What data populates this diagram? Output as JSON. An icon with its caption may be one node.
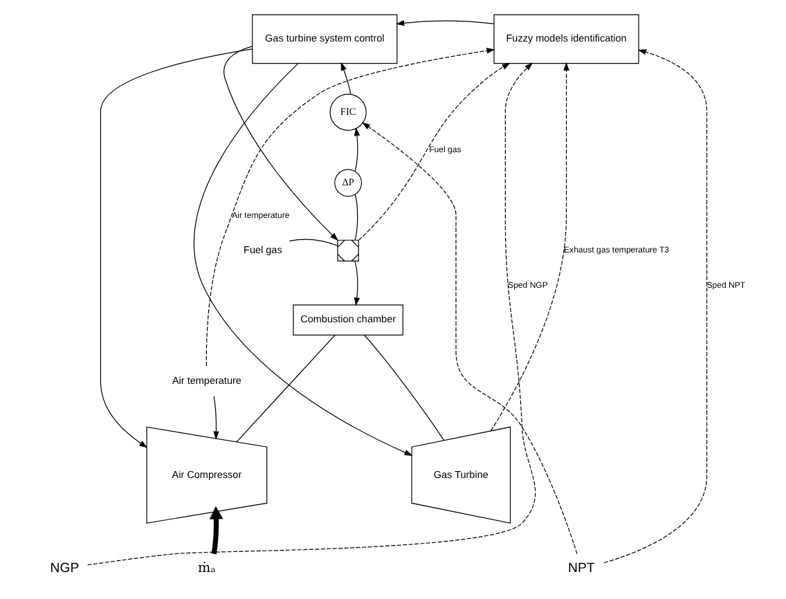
{
  "diagram": {
    "nodes": [
      {
        "text": [
          "Gas turbine system control"
        ]
      },
      {
        "text": [
          "Fuzzy models identification"
        ]
      },
      {
        "text": [
          "FIC"
        ]
      },
      {
        "text": [
          "ΔP"
        ]
      },
      {
        "text": [],
        "shape": "valve"
      },
      {
        "text": [
          "Fuel gas"
        ]
      },
      {
        "text": [
          "Combustion chamber"
        ]
      },
      {
        "text": [
          "Air temperature"
        ]
      },
      {
        "text": [
          "Air Compressor"
        ]
      },
      {
        "text": [
          "Gas Turbine"
        ]
      },
      {
        "text": [
          "NGP"
        ]
      },
      {
        "text": [
          "NPT"
        ]
      },
      {
        "text": [
          "ṁₐ"
        ]
      }
    ],
    "edges": [
      {
        "from": 1,
        "to": 0,
        "arrow": "to"
      },
      {
        "from": 2,
        "to": 0,
        "arrow": "to"
      },
      {
        "from": 3,
        "to": 2,
        "arrow": "to"
      },
      {
        "from": 0,
        "to": 4,
        "arrow": "to"
      },
      {
        "from": 0,
        "to": 8,
        "arrow": "to"
      },
      {
        "from": 0,
        "to": 9,
        "arrow": "to"
      },
      {
        "from": 3,
        "to": 4,
        "arrow": "none"
      },
      {
        "from": 5,
        "to": 4,
        "arrow": "none"
      },
      {
        "from": 4,
        "to": 6,
        "arrow": "to"
      },
      {
        "from": 8,
        "to": 6,
        "arrow": "none"
      },
      {
        "from": 6,
        "to": 9,
        "arrow": "none"
      },
      {
        "from": 7,
        "to": 8,
        "arrow": "to"
      },
      {
        "from": 4,
        "to": 1,
        "arrow": "to",
        "label": "Fuel gas",
        "style": "dashed"
      },
      {
        "from": 7,
        "to": 1,
        "arrow": "to",
        "label": "Air temperature",
        "style": "dashed"
      },
      {
        "from": 11,
        "to": 1,
        "arrow": "to",
        "label": "Sped NPT",
        "style": "dashed"
      },
      {
        "from": 11,
        "to": 2,
        "arrow": "to",
        "style": "dashed"
      },
      {
        "from": 9,
        "to": 1,
        "arrow": "to",
        "label": "Exhaust gas temperature T3",
        "style": "dashed"
      },
      {
        "from": 10,
        "to": 1,
        "arrow": "to",
        "label": "Sped NGP",
        "style": "dashed"
      },
      {
        "from": 12,
        "to": 8,
        "arrow": "to",
        "style": "thick"
      }
    ]
  }
}
